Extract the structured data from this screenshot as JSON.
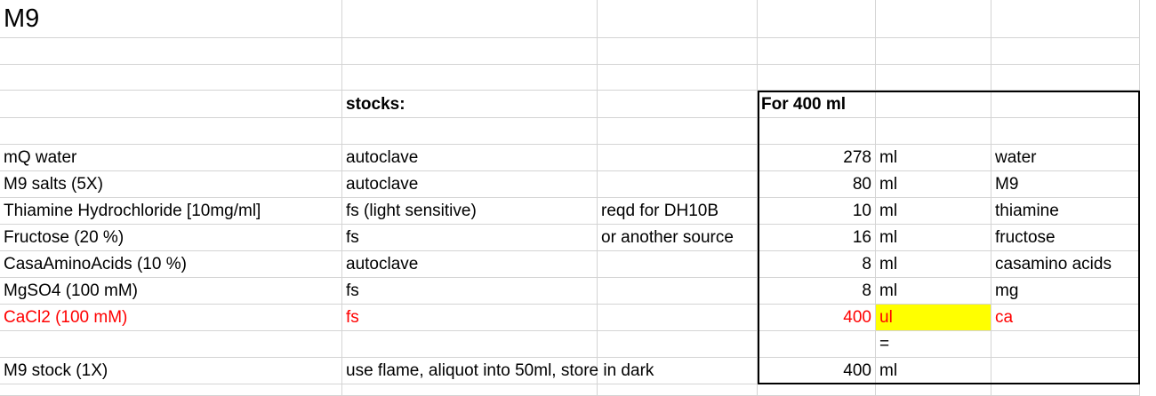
{
  "sheet": {
    "rows": [
      {
        "cells": [
          "M9",
          "",
          "",
          "",
          "",
          ""
        ]
      },
      {
        "cells": [
          "",
          "",
          "",
          "",
          "",
          ""
        ]
      },
      {
        "cells": [
          "",
          "",
          "",
          "",
          "",
          ""
        ]
      },
      {
        "cells": [
          "",
          "stocks:",
          "",
          "For 400 ml",
          "",
          ""
        ]
      },
      {
        "cells": [
          "",
          "",
          "",
          "",
          "",
          ""
        ]
      },
      {
        "cells": [
          "mQ water",
          "autoclave",
          "",
          "278",
          "ml",
          "water"
        ]
      },
      {
        "cells": [
          "M9 salts (5X)",
          "autoclave",
          "",
          "80",
          "ml",
          "M9"
        ]
      },
      {
        "cells": [
          "Thiamine Hydrochloride [10mg/ml]",
          "fs (light sensitive)",
          "reqd for DH10B",
          "10",
          "ml",
          "thiamine"
        ]
      },
      {
        "cells": [
          "Fructose (20 %)",
          "fs",
          "or another source",
          "16",
          "ml",
          "fructose"
        ]
      },
      {
        "cells": [
          "CasaAminoAcids (10 %)",
          "autoclave",
          "",
          "8",
          "ml",
          "casamino acids"
        ]
      },
      {
        "cells": [
          "MgSO4 (100 mM)",
          "fs",
          "",
          "8",
          "ml",
          "mg"
        ]
      },
      {
        "cells": [
          "CaCl2 (100 mM)",
          "fs",
          "",
          "400",
          "ul",
          "ca"
        ]
      },
      {
        "cells": [
          "",
          "",
          "",
          "",
          "=",
          ""
        ]
      },
      {
        "cells": [
          "M9 stock (1X)",
          "use flame, aliquot into 50ml, store in dark",
          "",
          "400",
          "ml",
          ""
        ]
      }
    ],
    "colors": {
      "highlight": "#ffff00",
      "alert_text": "#ff0000",
      "gridline": "#d4d4d4"
    }
  }
}
